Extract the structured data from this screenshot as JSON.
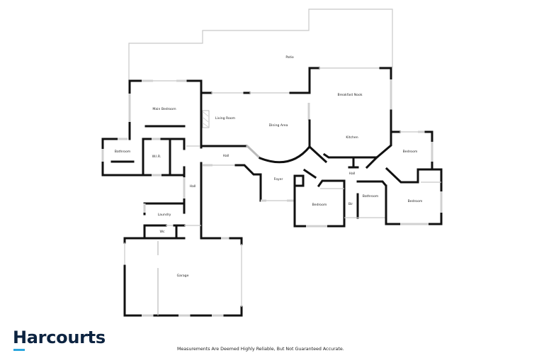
{
  "floorplan": {
    "rooms": {
      "patio": "Patio",
      "main_bedroom": "Main Bedroom",
      "living_room": "Living Room",
      "dining_area": "Dining Area",
      "breakfast_nook": "Breakfast Nook",
      "kitchen": "Kitchen",
      "bathroom_main": "Bathroom",
      "wir": "W.I.R.",
      "hall_upper": "Hall",
      "hall_left": "Hall",
      "hall_right": "Hall",
      "foyer": "Foyer",
      "laundry": "Laundry",
      "wc": "Wc",
      "garage": "Garage",
      "bedroom_2": "Bedroom",
      "bir": "Bir",
      "bathroom_2": "Bathroom",
      "bedroom_3": "Bedroom",
      "bedroom_4": "Bedroom"
    }
  },
  "branding": {
    "logo_text": "Harcourts",
    "accent_color": "#2ba6de",
    "brand_color": "#0c2340"
  },
  "footer": {
    "disclaimer": "Measurements Are Deemed Highly Reliable, But Not Guaranteed Accurate."
  }
}
